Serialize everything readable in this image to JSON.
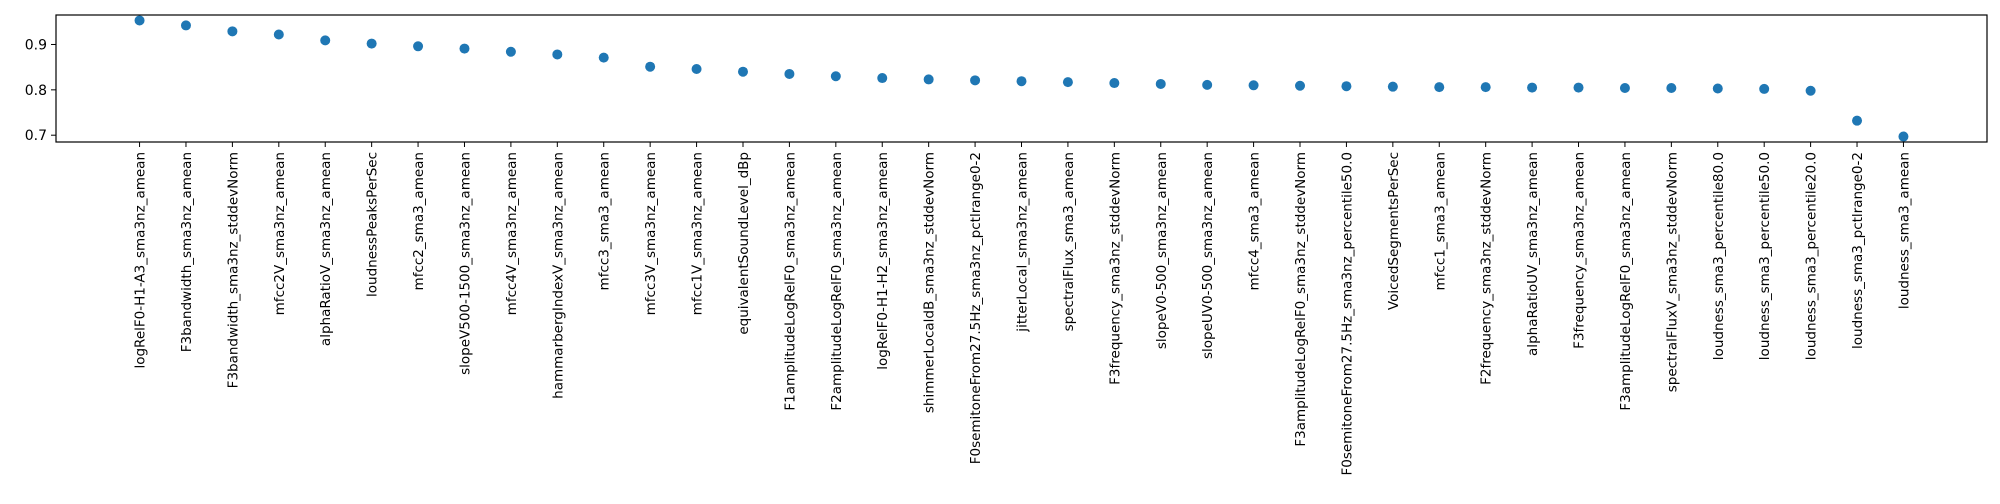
{
  "chart_data": {
    "type": "scatter",
    "title": "",
    "xlabel": "",
    "ylabel": "",
    "ylim": [
      0.685,
      0.965
    ],
    "yticks": [
      0.7,
      0.8,
      0.9
    ],
    "ytick_labels": [
      "0.7",
      "0.8",
      "0.9"
    ],
    "grid": false,
    "marker_color": "#1f77b4",
    "categories": [
      "logRelF0-H1-A3_sma3nz_amean",
      "F3bandwidth_sma3nz_amean",
      "F3bandwidth_sma3nz_stddevNorm",
      "mfcc2V_sma3nz_amean",
      "alphaRatioV_sma3nz_amean",
      "loudnessPeaksPerSec",
      "mfcc2_sma3_amean",
      "slopeV500-1500_sma3nz_amean",
      "mfcc4V_sma3nz_amean",
      "hammarbergIndexV_sma3nz_amean",
      "mfcc3_sma3_amean",
      "mfcc3V_sma3nz_amean",
      "mfcc1V_sma3nz_amean",
      "equivalentSoundLevel_dBp",
      "F1amplitudeLogRelF0_sma3nz_amean",
      "F2amplitudeLogRelF0_sma3nz_amean",
      "logRelF0-H1-H2_sma3nz_amean",
      "shimmerLocaldB_sma3nz_stddevNorm",
      "F0semitoneFrom27.5Hz_sma3nz_pctlrange0-2",
      "jitterLocal_sma3nz_amean",
      "spectralFlux_sma3_amean",
      "F3frequency_sma3nz_stddevNorm",
      "slopeV0-500_sma3nz_amean",
      "slopeUV0-500_sma3nz_amean",
      "mfcc4_sma3_amean",
      "F3amplitudeLogRelF0_sma3nz_stddevNorm",
      "F0semitoneFrom27.5Hz_sma3nz_percentile50.0",
      "VoicedSegmentsPerSec",
      "mfcc1_sma3_amean",
      "F2frequency_sma3nz_stddevNorm",
      "alphaRatioUV_sma3nz_amean",
      "F3frequency_sma3nz_amean",
      "F3amplitudeLogRelF0_sma3nz_amean",
      "spectralFluxV_sma3nz_stddevNorm",
      "loudness_sma3_percentile80.0",
      "loudness_sma3_percentile50.0",
      "loudness_sma3_percentile20.0",
      "loudness_sma3_pctlrange0-2",
      "loudness_sma3_amean"
    ],
    "values": [
      0.953,
      0.942,
      0.929,
      0.922,
      0.909,
      0.902,
      0.896,
      0.891,
      0.884,
      0.878,
      0.871,
      0.851,
      0.846,
      0.84,
      0.835,
      0.83,
      0.826,
      0.823,
      0.821,
      0.819,
      0.817,
      0.815,
      0.813,
      0.811,
      0.81,
      0.809,
      0.808,
      0.807,
      0.806,
      0.806,
      0.805,
      0.805,
      0.804,
      0.804,
      0.803,
      0.802,
      0.798,
      0.732,
      0.697
    ]
  }
}
